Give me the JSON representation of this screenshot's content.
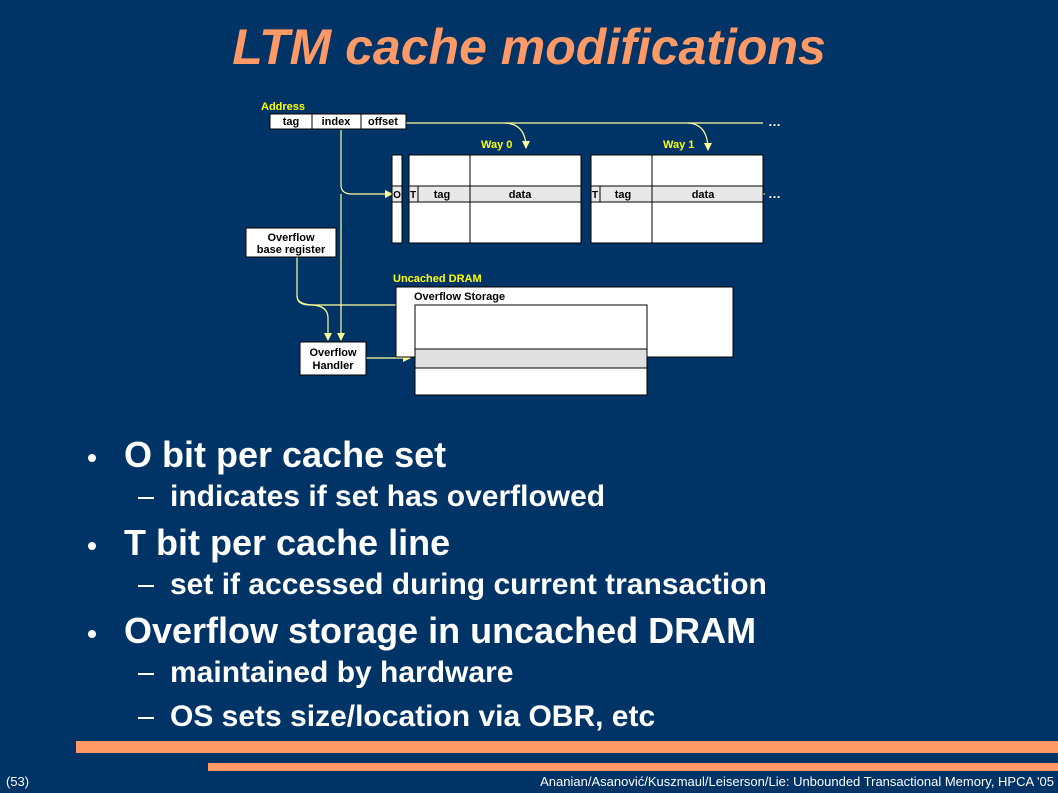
{
  "slide": {
    "title": "LTM cache modifications",
    "number": "(53)",
    "footer": "Ananian/Asanović/Kuszmaul/Leiserson/Lie: Unbounded Transactional Memory, HPCA '05"
  },
  "diagram": {
    "address_label": "Address",
    "address_fields": [
      "tag",
      "index",
      "offset"
    ],
    "way0_label": "Way 0",
    "way1_label": "Way 1",
    "o_bit": "O",
    "t_bit": "T",
    "tag_col": "tag",
    "data_col": "data",
    "ellipsis": "…",
    "obr_line1": "Overflow",
    "obr_line2": "base register",
    "uncached_label": "Uncached DRAM",
    "overflow_storage": "Overflow Storage",
    "handler_line1": "Overflow",
    "handler_line2": "Handler"
  },
  "bullets": [
    {
      "text": "O bit per cache set",
      "subs": [
        "indicates if set has overflowed"
      ]
    },
    {
      "text": "T bit per cache line",
      "subs": [
        "set if accessed during current transaction"
      ]
    },
    {
      "text": "Overflow storage in uncached DRAM",
      "subs": [
        "maintained by hardware",
        "OS sets size/location via OBR, etc"
      ]
    }
  ],
  "colors": {
    "background": "#003366",
    "title": "#FF9966",
    "accent_bar": "#FF9966",
    "diagram_label": "#FFFF00",
    "line": "#FFFF99"
  }
}
